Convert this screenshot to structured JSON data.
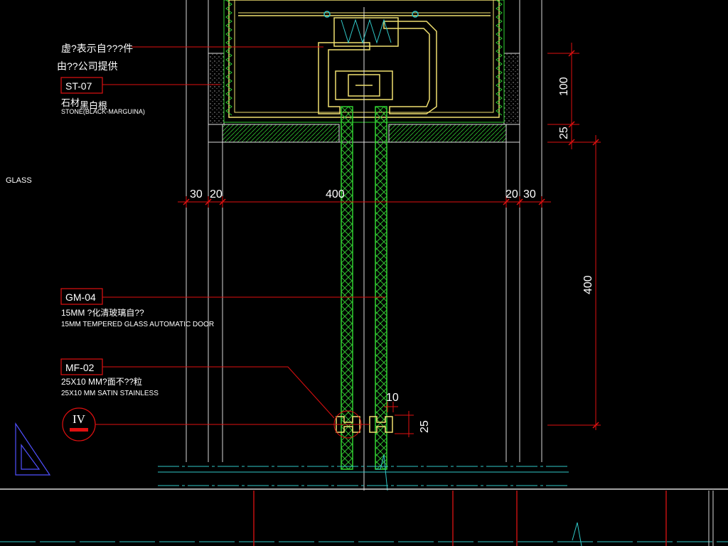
{
  "labels": {
    "note_line1": "虚?表示自???件",
    "note_line2": "由??公司提供",
    "st_tag": "ST-07",
    "st_cn": "石材",
    "st_cn2": "黑白根",
    "st_en": "STONE(BLACK-MARGUINA)",
    "glass": "GLASS",
    "gm_tag": "GM-04",
    "gm_cn": "15MM ?化清玻璃自??",
    "gm_en": "15MM TEMPERED GLASS AUTOMATIC DOOR",
    "mf_tag": "MF-02",
    "mf_cn": "25X10 MM?面不??粒",
    "mf_en": "25X10 MM SATIN STAINLESS",
    "section_num": "IV"
  },
  "dimensions": {
    "d30_left": "30",
    "d20_left": "20",
    "d400_h": "400",
    "d20_right": "20",
    "d30_right": "30",
    "d100": "100",
    "d25_top": "25",
    "d400_v": "400",
    "d10": "10",
    "d25_bottom": "25"
  },
  "colors": {
    "background": "#000000",
    "outline": "#dcdcdc",
    "frame": "#f0e070",
    "glass": "#30d030",
    "leader": "#e01010",
    "text": "#ffffff",
    "floor": "#30c8c8",
    "tag_text": "#ffffff"
  }
}
